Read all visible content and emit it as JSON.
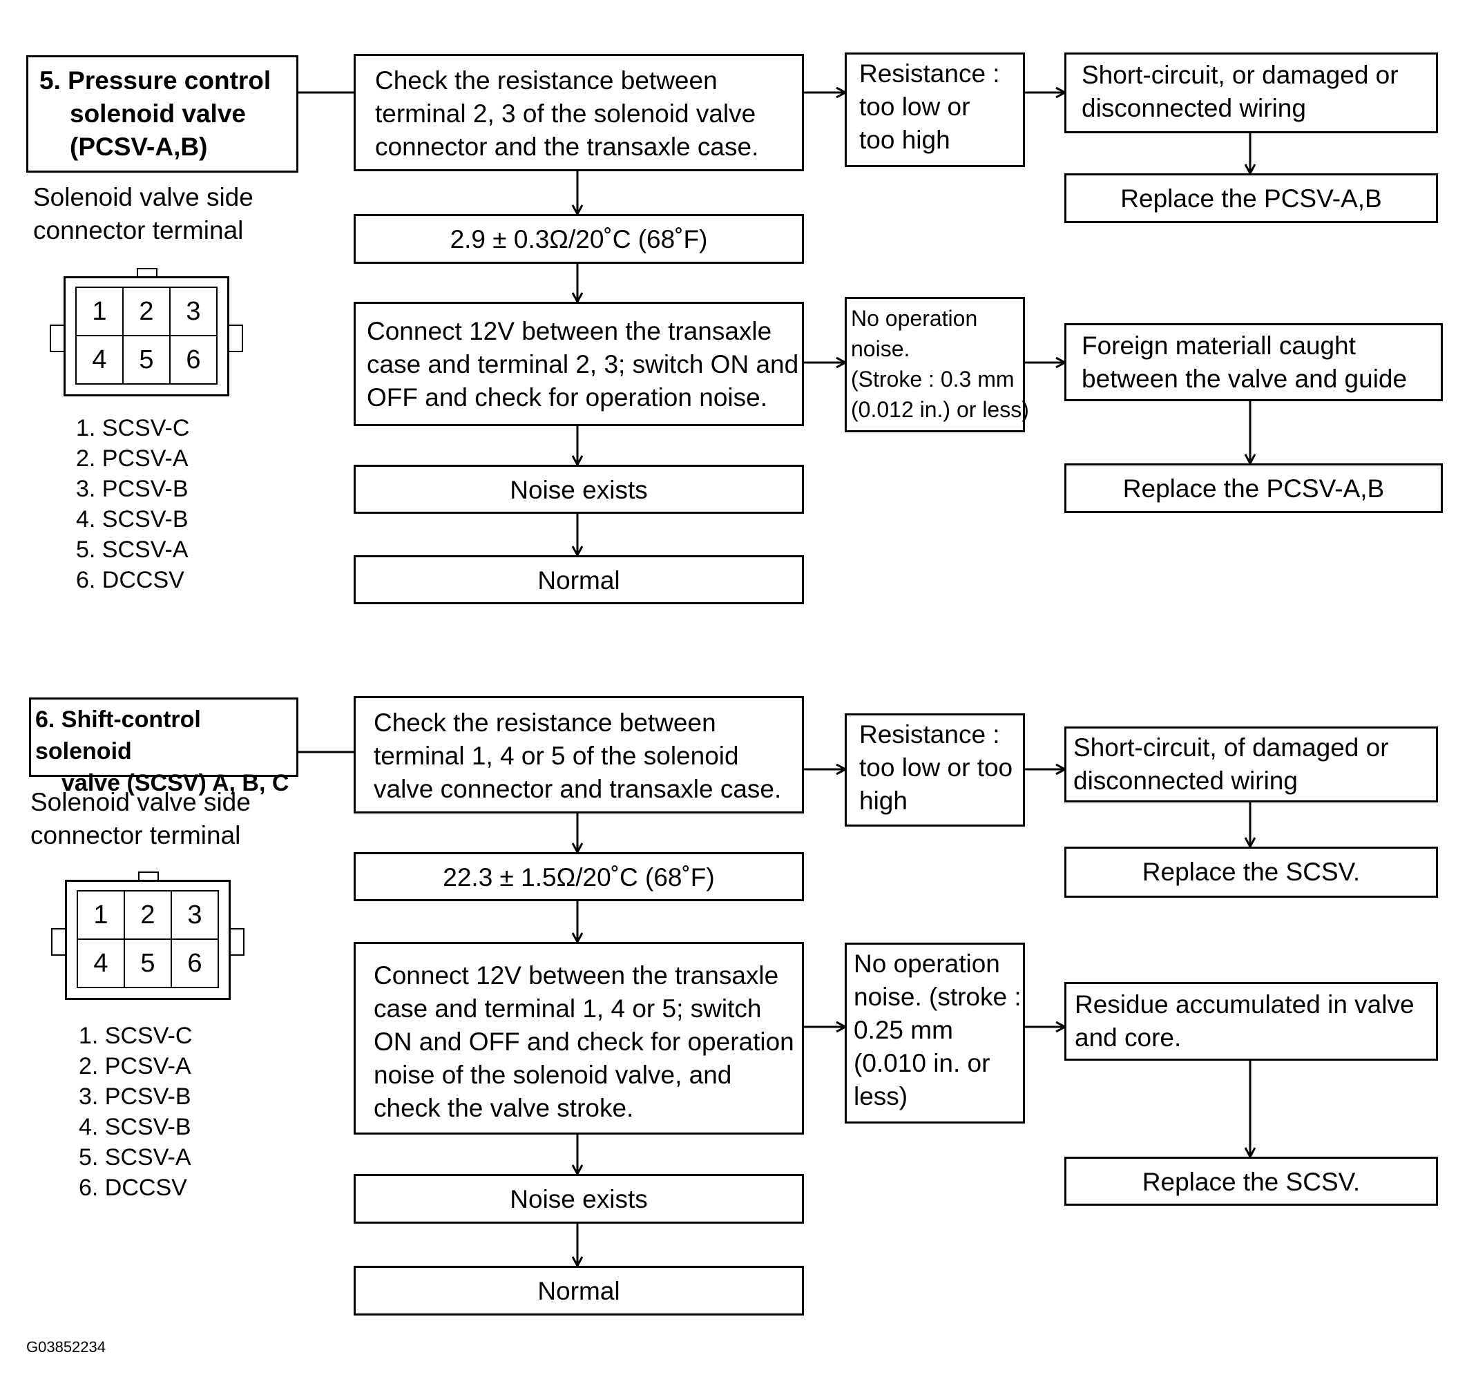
{
  "figure_id": "G03852234",
  "sections": [
    {
      "title_lines": [
        "5. Pressure control",
        "solenoid valve",
        "(PCSV-A,B)"
      ],
      "connector_caption_lines": [
        "Solenoid valve side",
        "connector terminal"
      ],
      "connector_pins": [
        "1",
        "2",
        "3",
        "4",
        "5",
        "6"
      ],
      "terminal_list": [
        "1. SCSV-C",
        "2. PCSV-A",
        "3. PCSV-B",
        "4. SCSV-B",
        "5. SCSV-A",
        "6. DCCSV"
      ],
      "check_resistance_lines": [
        "Check the resistance between",
        "terminal 2, 3 of the solenoid valve",
        "connector and the transaxle case."
      ],
      "spec": "2.9 ± 0.3Ω/20˚C (68˚F)",
      "connect_lines": [
        "Connect 12V between the transaxle",
        "case and terminal 2, 3; switch ON and",
        "OFF and check for operation noise."
      ],
      "noise_exists": "Noise exists",
      "normal": "Normal",
      "resistance_fault_lines": [
        "Resistance :",
        "too low or",
        "too high"
      ],
      "wiring_fault_lines": [
        "Short-circuit, or damaged or",
        "disconnected wiring"
      ],
      "replace_1": "Replace the PCSV-A,B",
      "no_noise_lines": [
        "No operation",
        "noise.",
        "(Stroke : 0.3 mm",
        "(0.012 in.) or less)"
      ],
      "cause_lines": [
        "Foreign materiall caught",
        "between the valve and guide"
      ],
      "replace_2": "Replace the PCSV-A,B"
    },
    {
      "title_lines": [
        "6. Shift-control solenoid",
        "valve (SCSV) A, B, C"
      ],
      "connector_caption_lines": [
        "Solenoid valve side",
        "connector terminal"
      ],
      "connector_pins": [
        "1",
        "2",
        "3",
        "4",
        "5",
        "6"
      ],
      "terminal_list": [
        "1. SCSV-C",
        "2. PCSV-A",
        "3. PCSV-B",
        "4. SCSV-B",
        "5. SCSV-A",
        "6. DCCSV"
      ],
      "check_resistance_lines": [
        "Check the resistance between",
        "terminal 1, 4 or 5 of the solenoid",
        "valve connector and transaxle case."
      ],
      "spec": "22.3 ± 1.5Ω/20˚C (68˚F)",
      "connect_lines": [
        "Connect 12V between the transaxle",
        "case and terminal 1, 4 or 5; switch",
        "ON and OFF and check for operation",
        "noise of the solenoid valve, and",
        "check the valve stroke."
      ],
      "noise_exists": "Noise exists",
      "normal": "Normal",
      "resistance_fault_lines": [
        "Resistance :",
        "too low or too",
        "high"
      ],
      "wiring_fault_lines": [
        "Short-circuit, of damaged or",
        "disconnected wiring"
      ],
      "replace_1": "Replace the SCSV.",
      "no_noise_lines": [
        "No operation",
        "noise. (stroke :",
        "0.25 mm",
        "(0.010 in. or",
        "less)"
      ],
      "cause_lines": [
        "Residue accumulated in valve",
        "and core."
      ],
      "replace_2": "Replace the SCSV."
    }
  ]
}
